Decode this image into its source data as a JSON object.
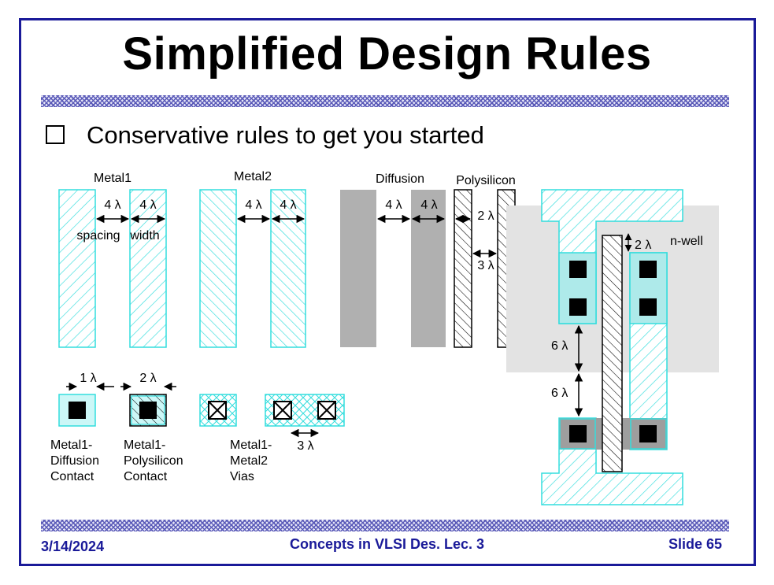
{
  "slide": {
    "title": "Simplified Design Rules",
    "bullet": "Conservative rules to get you started",
    "footer": {
      "date": "3/14/2024",
      "course": "Concepts in VLSI Des. Lec. 3",
      "slide_number": "Slide 65"
    }
  },
  "figure": {
    "layer_labels": {
      "metal1": "Metal1",
      "metal2": "Metal2",
      "diffusion": "Diffusion",
      "polysilicon": "Polysilicon",
      "nwell": "n-well"
    },
    "rule_labels": {
      "metal1_spacing": "4 λ",
      "metal1_width": "4 λ",
      "metal2_spacing": "4 λ",
      "metal2_width": "4 λ",
      "diffusion_spacing": "4 λ",
      "diffusion_width": "4 λ",
      "poly_width": "2 λ",
      "poly_spacing": "3 λ",
      "contact_metal1_overlap": "1 λ",
      "contact_poly_overlap": "2 λ",
      "via_spacing": "3 λ",
      "poly_overhang": "2 λ",
      "contact_to_gate_top": "6 λ",
      "contact_to_gate_bottom": "6 λ"
    },
    "words": {
      "spacing": "spacing",
      "width": "width"
    },
    "contact_labels": {
      "m1_diff": [
        "Metal1-",
        "Diffusion",
        "Contact"
      ],
      "m1_poly": [
        "Metal1-",
        "Polysilicon",
        "Contact"
      ],
      "m1_m2": [
        "Metal1-",
        "Metal2",
        "Vias"
      ]
    },
    "colors": {
      "metal": "#33dddd",
      "metal_fill": "#ccf7f7",
      "diffusion": "#b0b0b0",
      "nwell": "#e3e3e3",
      "frame": "#1a1a99"
    }
  }
}
